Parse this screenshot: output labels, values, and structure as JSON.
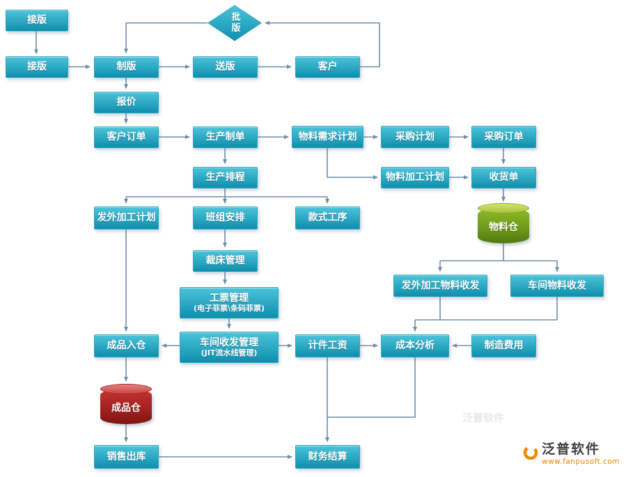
{
  "flowchart": {
    "nodes": {
      "jieban_top": {
        "label": "接版"
      },
      "piban": {
        "label": "批版"
      },
      "jieban": {
        "label": "接版"
      },
      "zhiban": {
        "label": "制版"
      },
      "songban": {
        "label": "送版"
      },
      "kehu": {
        "label": "客户"
      },
      "baojia": {
        "label": "报价"
      },
      "kehu_dingdan": {
        "label": "客户订单"
      },
      "shengchan_zhidan": {
        "label": "生产制单"
      },
      "wuliao_xuqiu_jihua": {
        "label": "物料需求计划"
      },
      "caigou_jihua": {
        "label": "采购计划"
      },
      "caigou_dingdan": {
        "label": "采购订单"
      },
      "wuliao_jiagong_jihua": {
        "label": "物料加工计划"
      },
      "shouhuodan": {
        "label": "收货单"
      },
      "shengchan_paicheng": {
        "label": "生产排程"
      },
      "wuliao_cang": {
        "label": "物料仓"
      },
      "fawai_jiagong_jihua": {
        "label": "发外加工计划"
      },
      "banzu_anpai": {
        "label": "班组安排"
      },
      "kuanshi_gongxu": {
        "label": "款式工序"
      },
      "caichuang_guanli": {
        "label": "裁床管理",
        "sublabel": ""
      },
      "gongpiao_guanli": {
        "label": "工票管理",
        "sublabel": "(电子菲票\\条码菲票)"
      },
      "fawai_jiagong_wuliao_shoufa": {
        "label": "发外加工物料收发"
      },
      "chejian_wuliao_shoufa": {
        "label": "车间物料收发"
      },
      "chejian_shoufa_guanli": {
        "label": "车间收发管理",
        "sublabel": "(JIT流水线管理)"
      },
      "chengpin_rucang": {
        "label": "成品入仓"
      },
      "jijian_gongzi": {
        "label": "计件工资"
      },
      "chengben_fenxi": {
        "label": "成本分析"
      },
      "zhizao_feiyong": {
        "label": "制造费用"
      },
      "chengpin_cang": {
        "label": "成品仓"
      },
      "xiaoshou_chuku": {
        "label": "销售出库"
      },
      "caiwu_jiesuan": {
        "label": "财务结算"
      }
    },
    "colors": {
      "box_top": "#4cc3d9",
      "box_bottom": "#0e8fae",
      "arrow": "#6e8ea8",
      "cylinder_green_top": "#d2e46e",
      "cylinder_green_body": "#8fba28",
      "cylinder_red_top": "#e4807e",
      "cylinder_red_body": "#c63431"
    }
  },
  "branding": {
    "logo_text": "泛普软件",
    "logo_url": "www.fanpusoft.com",
    "watermark": "泛普软件"
  }
}
